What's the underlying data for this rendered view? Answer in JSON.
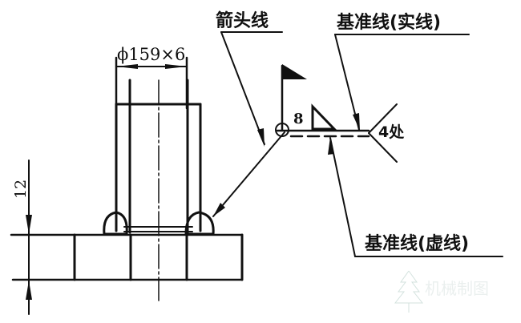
{
  "diagram": {
    "title": "Weld symbol annotation diagram",
    "labels": {
      "arrow_line": "箭头线",
      "reference_line_solid": "基准线(实线)",
      "reference_line_dashed": "基准线(虚线)",
      "pipe_dimension": "ϕ159×6",
      "plate_thickness": "12",
      "weld_size": "8",
      "quantity": "4处"
    },
    "watermark": {
      "icon": "tree-logo-icon",
      "text": "机械制图"
    },
    "colors": {
      "line": "#111111",
      "background": "#ffffff",
      "watermark": "#c9dcd8"
    }
  }
}
